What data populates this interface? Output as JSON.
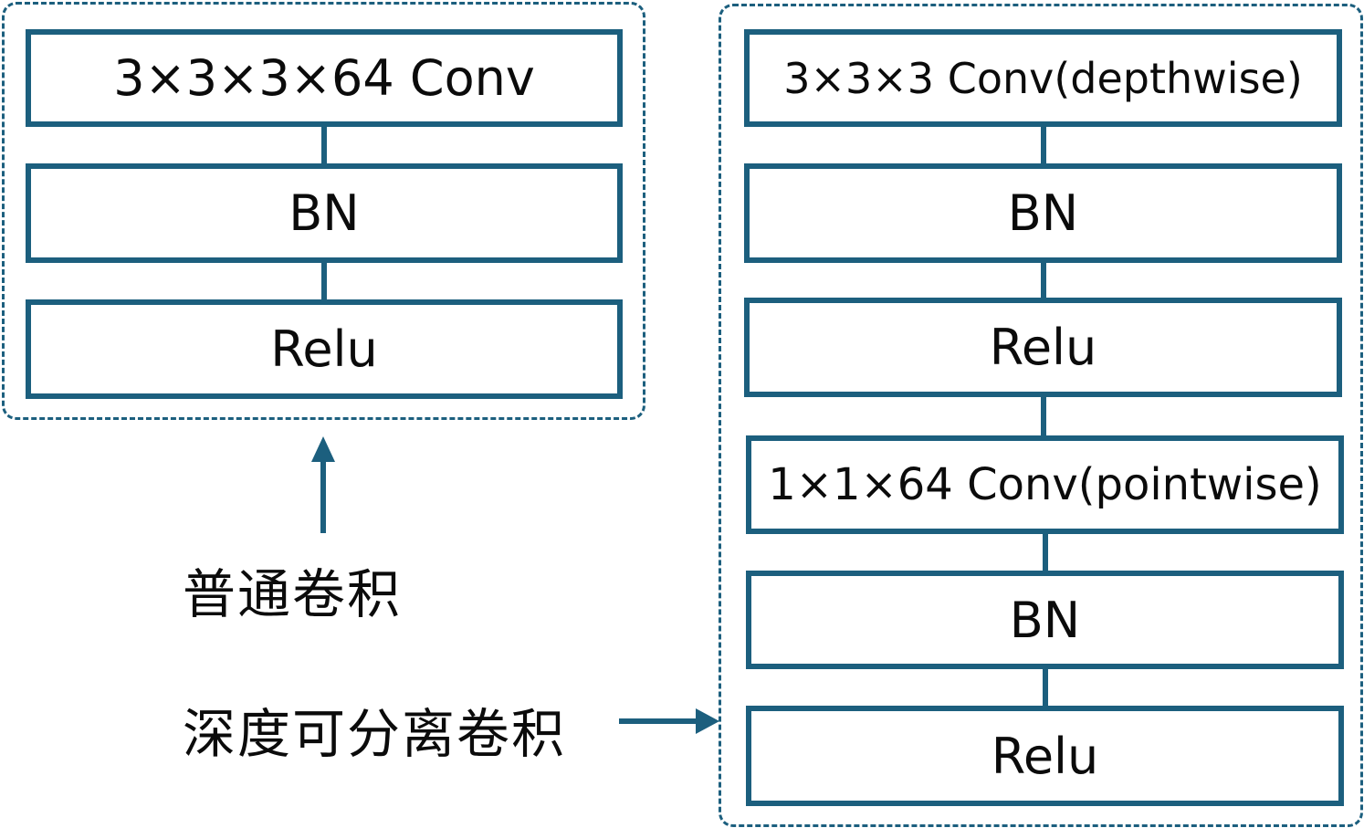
{
  "accent_color": "#1c5f7e",
  "standard_conv": {
    "layers": [
      "3×3×3×64 Conv",
      "BN",
      "Relu"
    ],
    "caption": "普通卷积"
  },
  "depthwise_separable_conv": {
    "layers": [
      "3×3×3 Conv(depthwise)",
      "BN",
      "Relu",
      "1×1×64 Conv(pointwise)",
      "BN",
      "Relu"
    ],
    "caption": "深度可分离卷积"
  }
}
